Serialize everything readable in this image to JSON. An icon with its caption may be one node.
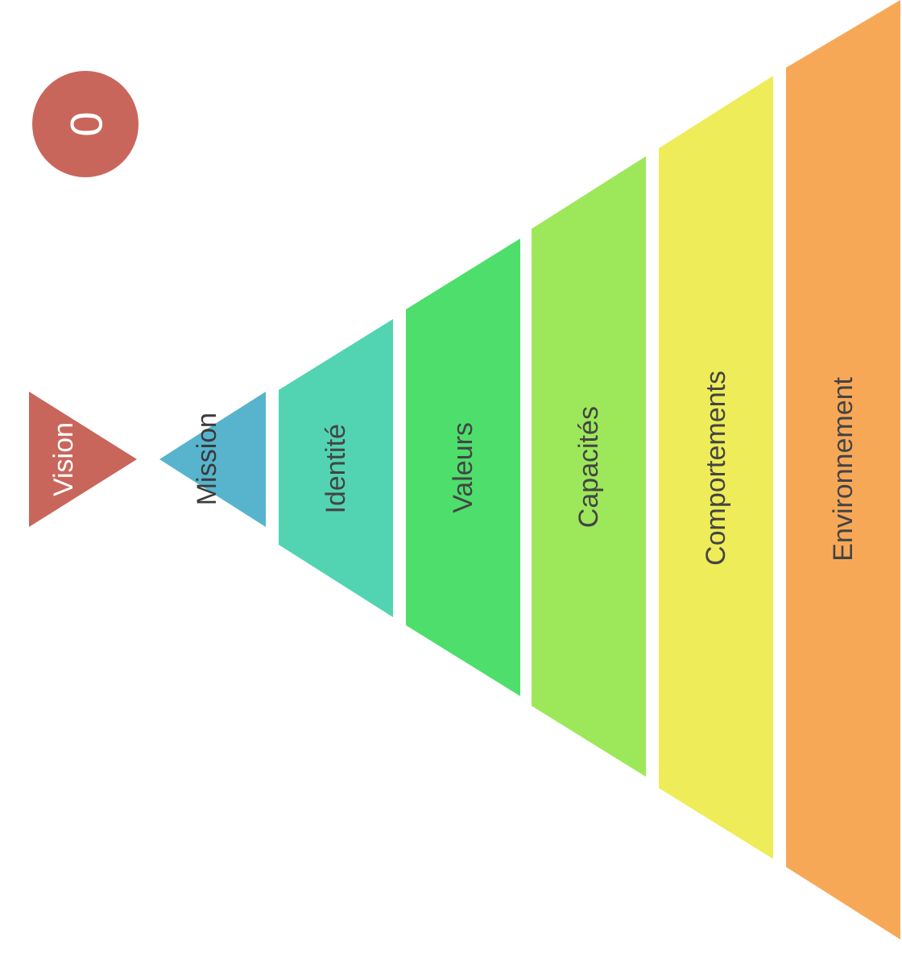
{
  "diagram": {
    "nodes": [
      {
        "text": [
          "0"
        ]
      },
      {
        "text": [
          "Vision"
        ]
      },
      {
        "text": [
          "Mission"
        ]
      },
      {
        "text": [
          "Identité"
        ]
      },
      {
        "text": [
          "Valeurs"
        ]
      },
      {
        "text": [
          "Capacités"
        ]
      },
      {
        "text": [
          "Comportements"
        ]
      },
      {
        "text": [
          "Environnement"
        ]
      }
    ]
  }
}
